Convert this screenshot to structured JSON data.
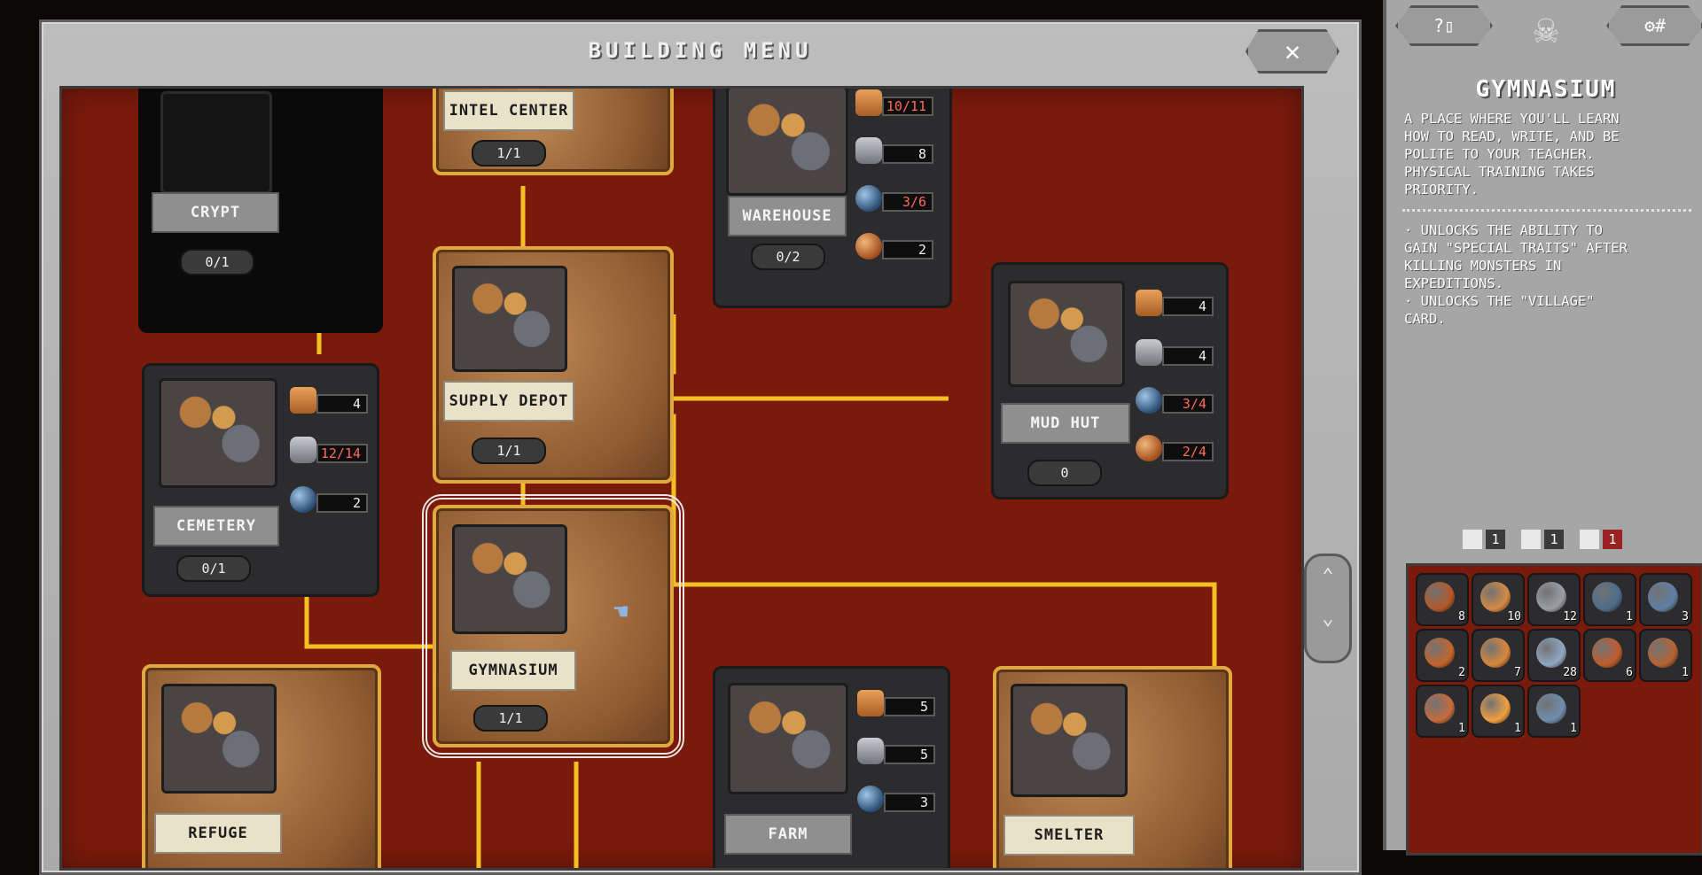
{
  "window": {
    "title": "BUILDING MENU",
    "close_icon": "close-x-icon"
  },
  "cards": [
    {
      "id": "crypt",
      "name": "CRYPT",
      "count": "0/1",
      "style": "black",
      "resources": []
    },
    {
      "id": "intel",
      "name": "INTEL CENTER",
      "count": "1/1",
      "style": "tan",
      "resources": []
    },
    {
      "id": "warehouse",
      "name": "WAREHOUSE",
      "count": "0/2",
      "style": "dark",
      "resources": [
        {
          "icon": "wood",
          "value": "10/11",
          "short": true
        },
        {
          "icon": "stone",
          "value": "8",
          "short": false
        },
        {
          "icon": "orb",
          "value": "3/6",
          "short": true
        },
        {
          "icon": "food",
          "value": "2",
          "short": false
        }
      ]
    },
    {
      "id": "supply",
      "name": "SUPPLY DEPOT",
      "count": "1/1",
      "style": "tan",
      "resources": []
    },
    {
      "id": "cemetery",
      "name": "CEMETERY",
      "count": "0/1",
      "style": "dark",
      "resources": [
        {
          "icon": "wood",
          "value": "4",
          "short": false
        },
        {
          "icon": "stone",
          "value": "12/14",
          "short": true
        },
        {
          "icon": "orb",
          "value": "2",
          "short": false
        }
      ]
    },
    {
      "id": "mudhut",
      "name": "MUD HUT",
      "count": "0",
      "style": "dark",
      "resources": [
        {
          "icon": "wood",
          "value": "4",
          "short": false
        },
        {
          "icon": "stone",
          "value": "4",
          "short": false
        },
        {
          "icon": "orb",
          "value": "3/4",
          "short": true
        },
        {
          "icon": "food",
          "value": "2/4",
          "short": true
        }
      ]
    },
    {
      "id": "gym",
      "name": "GYMNASIUM",
      "count": "1/1",
      "style": "tan",
      "selected": true,
      "resources": []
    },
    {
      "id": "refuge",
      "name": "REFUGE",
      "count": "",
      "style": "tan",
      "resources": []
    },
    {
      "id": "farm",
      "name": "FARM",
      "count": "",
      "style": "dark",
      "resources": [
        {
          "icon": "wood",
          "value": "5",
          "short": false
        },
        {
          "icon": "stone",
          "value": "5",
          "short": false
        },
        {
          "icon": "orb",
          "value": "3",
          "short": false
        }
      ]
    },
    {
      "id": "smelter",
      "name": "SMELTER",
      "count": "",
      "style": "tan",
      "resources": []
    }
  ],
  "side": {
    "help_icon": "question-book-icon",
    "settings_icon": "gear-icon",
    "emblem_icon": "skull-emblem-icon",
    "title": "GYMNASIUM",
    "description": "A PLACE WHERE YOU'LL LEARN\nHOW TO READ, WRITE, AND BE\nPOLITE TO YOUR TEACHER.\nPHYSICAL TRAINING TAKES\nPRIORITY.",
    "unlocks": "· UNLOCKS THE ABILITY TO\nGAIN \"SPECIAL TRAITS\" AFTER\nKILLING MONSTERS IN\nEXPEDITIONS.\n· UNLOCKS THE \"VILLAGE\"\nCARD.",
    "counters": [
      {
        "icon": "building-icon",
        "value": "1",
        "highlight": false
      },
      {
        "icon": "road-icon",
        "value": "1",
        "highlight": false
      },
      {
        "icon": "tile-icon",
        "value": "1",
        "highlight": true
      }
    ]
  },
  "inventory": [
    {
      "icon": "scrap-icon",
      "qty": "8",
      "color": "#b4572a"
    },
    {
      "icon": "wood-icon",
      "qty": "10",
      "color": "#d48a45"
    },
    {
      "icon": "stone-icon",
      "qty": "12",
      "color": "#9a9ea6"
    },
    {
      "icon": "metal-icon",
      "qty": "1",
      "color": "#4d6c8c"
    },
    {
      "icon": "orb-icon",
      "qty": "3",
      "color": "#5e7fa6"
    },
    {
      "icon": "food-icon",
      "qty": "2",
      "color": "#c4642c"
    },
    {
      "icon": "ration-icon",
      "qty": "7",
      "color": "#d8883c"
    },
    {
      "icon": "book-icon",
      "qty": "28",
      "color": "#8fa8c4"
    },
    {
      "icon": "ring-icon",
      "qty": "6",
      "color": "#c05c2c"
    },
    {
      "icon": "shard-icon",
      "qty": "1",
      "color": "#b46434"
    },
    {
      "icon": "relic-icon",
      "qty": "1",
      "color": "#c46c3c"
    },
    {
      "icon": "gold-orb-icon",
      "qty": "1",
      "color": "#f0a040"
    },
    {
      "icon": "helmet-icon",
      "qty": "1",
      "color": "#6e8eae"
    }
  ]
}
